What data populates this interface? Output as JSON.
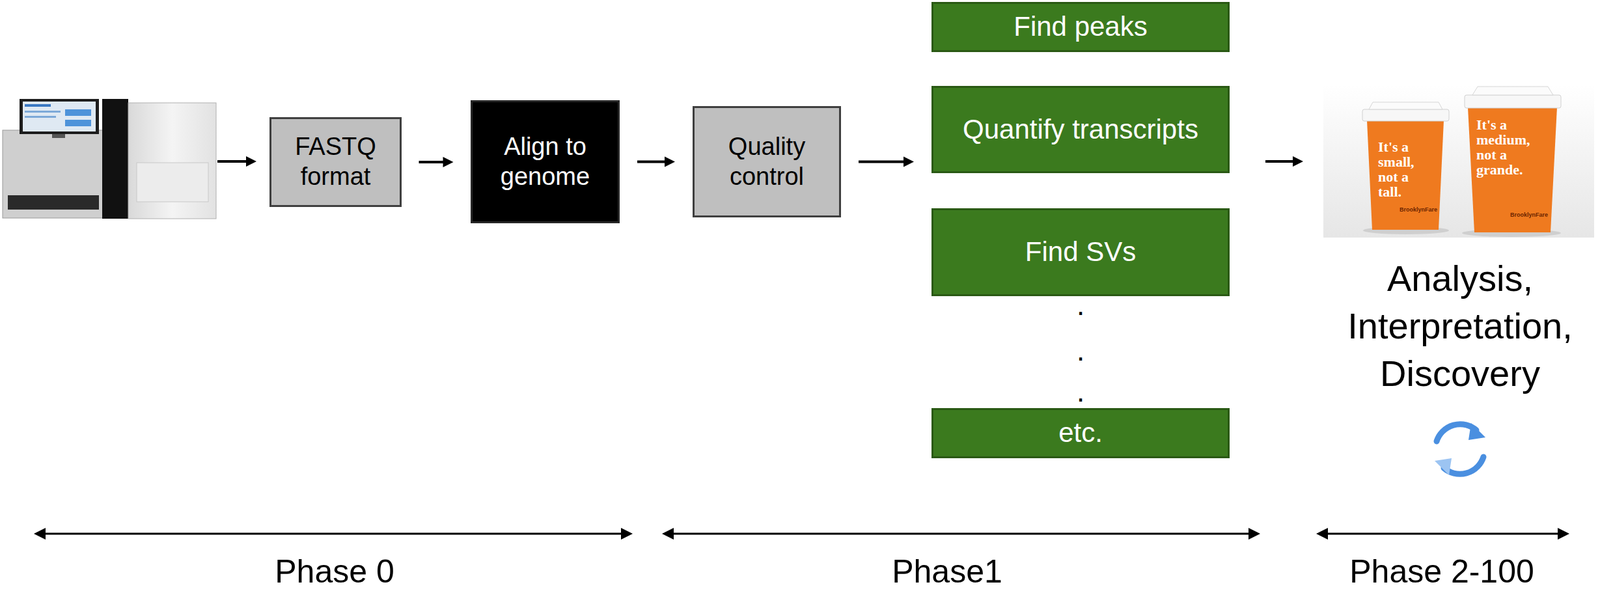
{
  "diagram": {
    "nodes": [
      {
        "text": [
          "FASTQ format"
        ]
      },
      {
        "text": [
          "Align to genome"
        ]
      },
      {
        "text": [
          "Quality control"
        ]
      },
      {
        "text": [
          "Find peaks"
        ]
      },
      {
        "text": [
          "Quantify transcripts"
        ]
      },
      {
        "text": [
          "Find SVs"
        ]
      },
      {
        "text": [
          "etc."
        ]
      }
    ],
    "edges": [
      {
        "from": 0,
        "to": 1,
        "arrow": "to"
      },
      {
        "from": 1,
        "to": 2,
        "arrow": "to"
      },
      {
        "from": 2,
        "to": 4,
        "arrow": "to"
      }
    ],
    "labels": [
      ".",
      ".",
      ".",
      "It's a small, not a tall.",
      "BrooklynFare",
      "It's a medium, not a grande.",
      "BrooklynFare",
      "Analysis, Interpretation, Discovery",
      "Phase 0",
      "Phase1",
      "Phase 2-100"
    ]
  }
}
